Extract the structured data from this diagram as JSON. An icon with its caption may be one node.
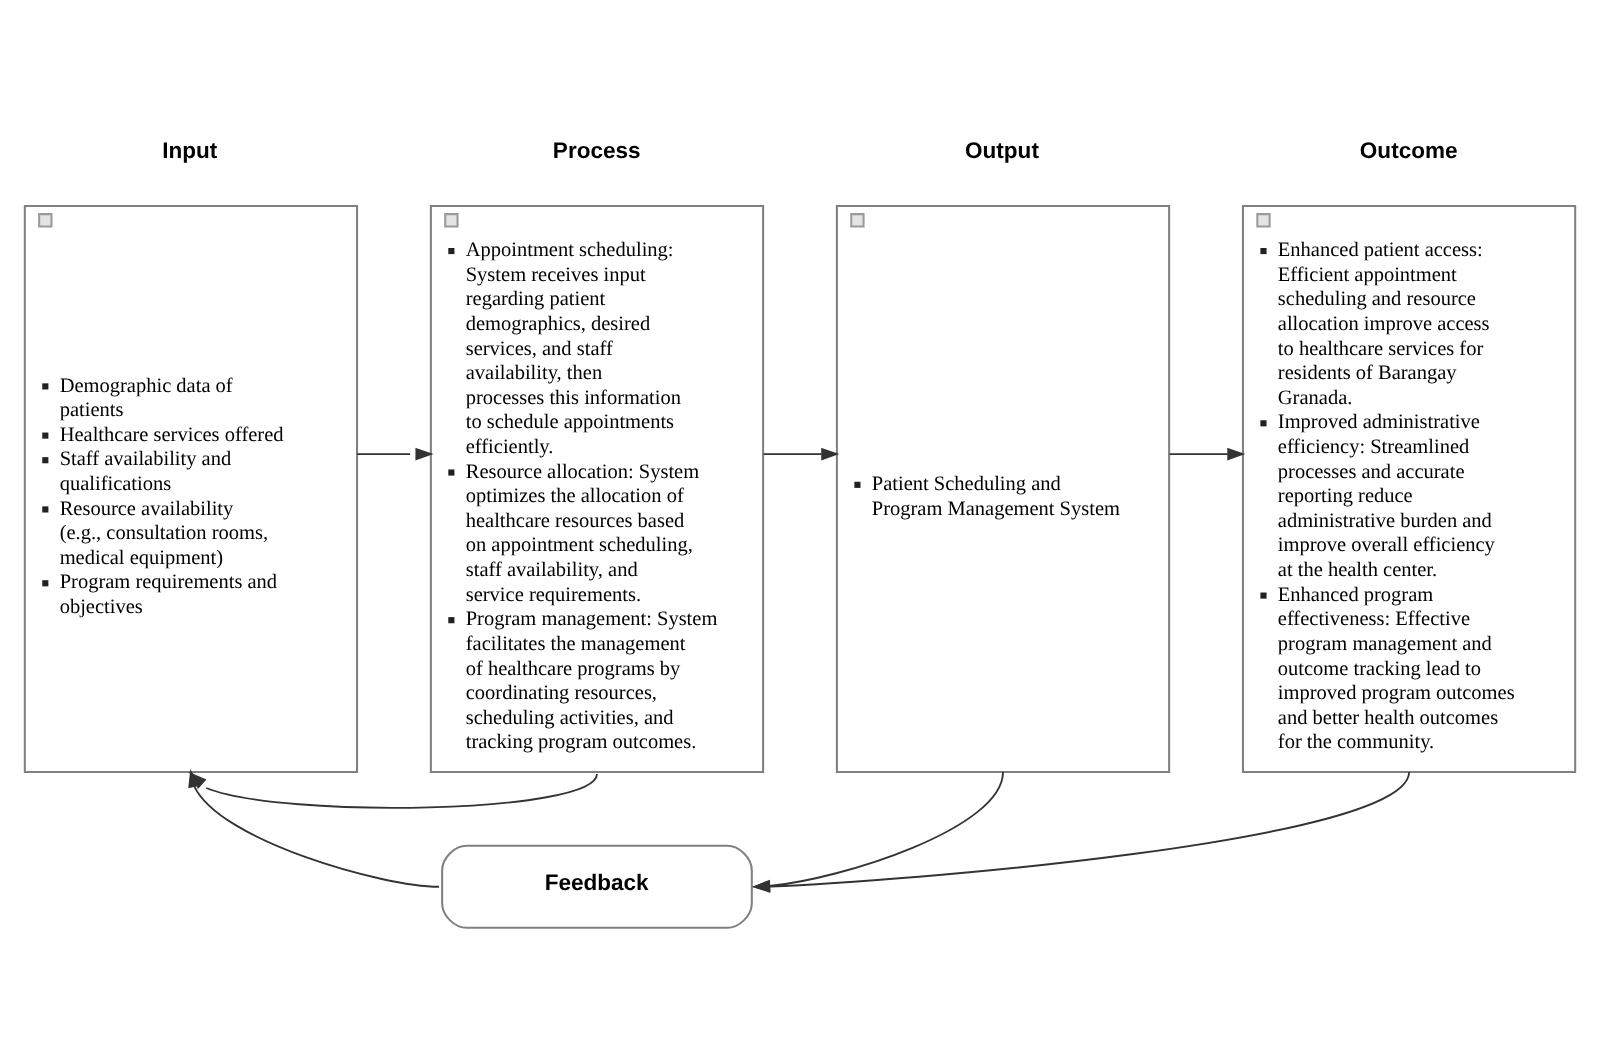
{
  "diagram": {
    "nodes": [
      {
        "text": [
          "Input",
          "Demographic data of patients",
          "Healthcare services offered",
          "Staff availability and qualifications",
          "Resource availability (e.g., consultation rooms, medical equipment)",
          "Program requirements and objectives"
        ]
      },
      {
        "text": [
          "Process",
          "Appointment scheduling: System receives input regarding patient demographics, desired services, and staff availability, then processes this information to schedule appointments efficiently.",
          "Resource allocation: System optimizes the allocation of healthcare resources based on appointment scheduling, staff availability, and service requirements.",
          "Program management: System facilitates the management of healthcare programs by coordinating resources, scheduling activities, and tracking program outcomes."
        ]
      },
      {
        "text": [
          "Output",
          "Patient Scheduling and Program Management System"
        ]
      },
      {
        "text": [
          "Outcome",
          "Enhanced patient access: Efficient appointment scheduling and resource allocation improve access to healthcare services for residents of Barangay Granada.",
          "Improved administrative efficiency: Streamlined processes and accurate reporting reduce administrative burden and improve overall efficiency at the health center.",
          "Enhanced program effectiveness: Effective program management and outcome tracking lead to improved program outcomes and better health outcomes for the community."
        ]
      },
      {
        "text": [
          "Feedback"
        ]
      }
    ],
    "edges": [
      {
        "from": 0,
        "to": 1,
        "arrow": "to"
      },
      {
        "from": 1,
        "to": 2,
        "arrow": "to"
      },
      {
        "from": 2,
        "to": 3,
        "arrow": "to"
      },
      {
        "from": 3,
        "to": 4,
        "arrow": "to"
      },
      {
        "from": 2,
        "to": 4,
        "arrow": "to"
      },
      {
        "from": 4,
        "to": 0,
        "arrow": "to"
      },
      {
        "from": 1,
        "to": 0,
        "arrow": "to"
      }
    ]
  }
}
